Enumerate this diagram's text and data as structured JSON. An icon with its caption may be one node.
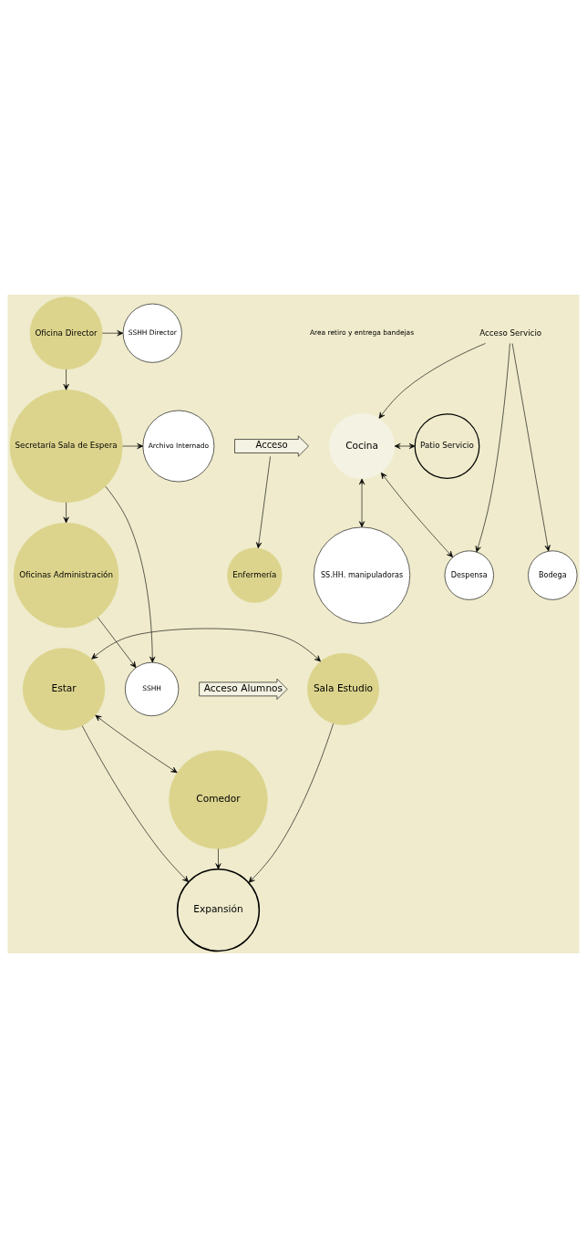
{
  "diagram": {
    "nodes": [
      {
        "text": [
          "Oficina Director"
        ]
      },
      {
        "text": [
          "SSHH Director"
        ]
      },
      {
        "text": [
          "Acceso"
        ]
      },
      {
        "text": [
          "Secretaría Sala de Espera"
        ]
      },
      {
        "text": [
          "Archivo Internado"
        ]
      },
      {
        "text": [
          "SSHH"
        ]
      },
      {
        "text": [
          "Enfermería"
        ]
      },
      {
        "text": [
          "Oficinas Administración"
        ]
      },
      {
        "text": [
          "Estar"
        ]
      },
      {
        "text": [
          "Sala Estudio"
        ]
      },
      {
        "text": [
          "Acceso Alumnos"
        ]
      },
      {
        "text": [
          "Expansión"
        ]
      },
      {
        "text": [
          "Comedor"
        ]
      },
      {
        "text": [
          "Cocina"
        ]
      },
      {
        "text": [
          "Patio Servicio"
        ]
      },
      {
        "text": [
          "SS.HH. manipuladoras"
        ]
      },
      {
        "text": [
          "Acceso Servicio"
        ]
      },
      {
        "text": [
          "Despensa"
        ]
      },
      {
        "text": [
          "Bodega"
        ]
      }
    ],
    "edges": [
      {
        "from": 0,
        "to": 1,
        "arrow": "to"
      },
      {
        "from": 0,
        "to": 3,
        "arrow": "to"
      },
      {
        "from": 3,
        "to": 4,
        "arrow": "to"
      },
      {
        "from": 3,
        "to": 5,
        "arrow": "to"
      },
      {
        "from": 3,
        "to": 7,
        "arrow": "to"
      },
      {
        "from": 7,
        "to": 5,
        "arrow": "to"
      },
      {
        "from": 2,
        "to": 6,
        "arrow": "to"
      },
      {
        "from": 8,
        "to": 9,
        "arrow": "both"
      },
      {
        "from": 8,
        "to": 12,
        "arrow": "both"
      },
      {
        "from": 8,
        "to": 11,
        "arrow": "to"
      },
      {
        "from": 9,
        "to": 11,
        "arrow": "to"
      },
      {
        "from": 12,
        "to": 11,
        "arrow": "to"
      },
      {
        "from": 13,
        "to": 14,
        "arrow": "both"
      },
      {
        "from": 13,
        "to": 15,
        "arrow": "both"
      },
      {
        "from": 13,
        "to": 17,
        "arrow": "both"
      },
      {
        "from": 16,
        "to": 13,
        "arrow": "to"
      },
      {
        "from": 16,
        "to": 17,
        "arrow": "to"
      },
      {
        "from": 16,
        "to": 18,
        "arrow": "to"
      }
    ],
    "labels": [
      "Area retiro y entrega bandejas"
    ]
  }
}
